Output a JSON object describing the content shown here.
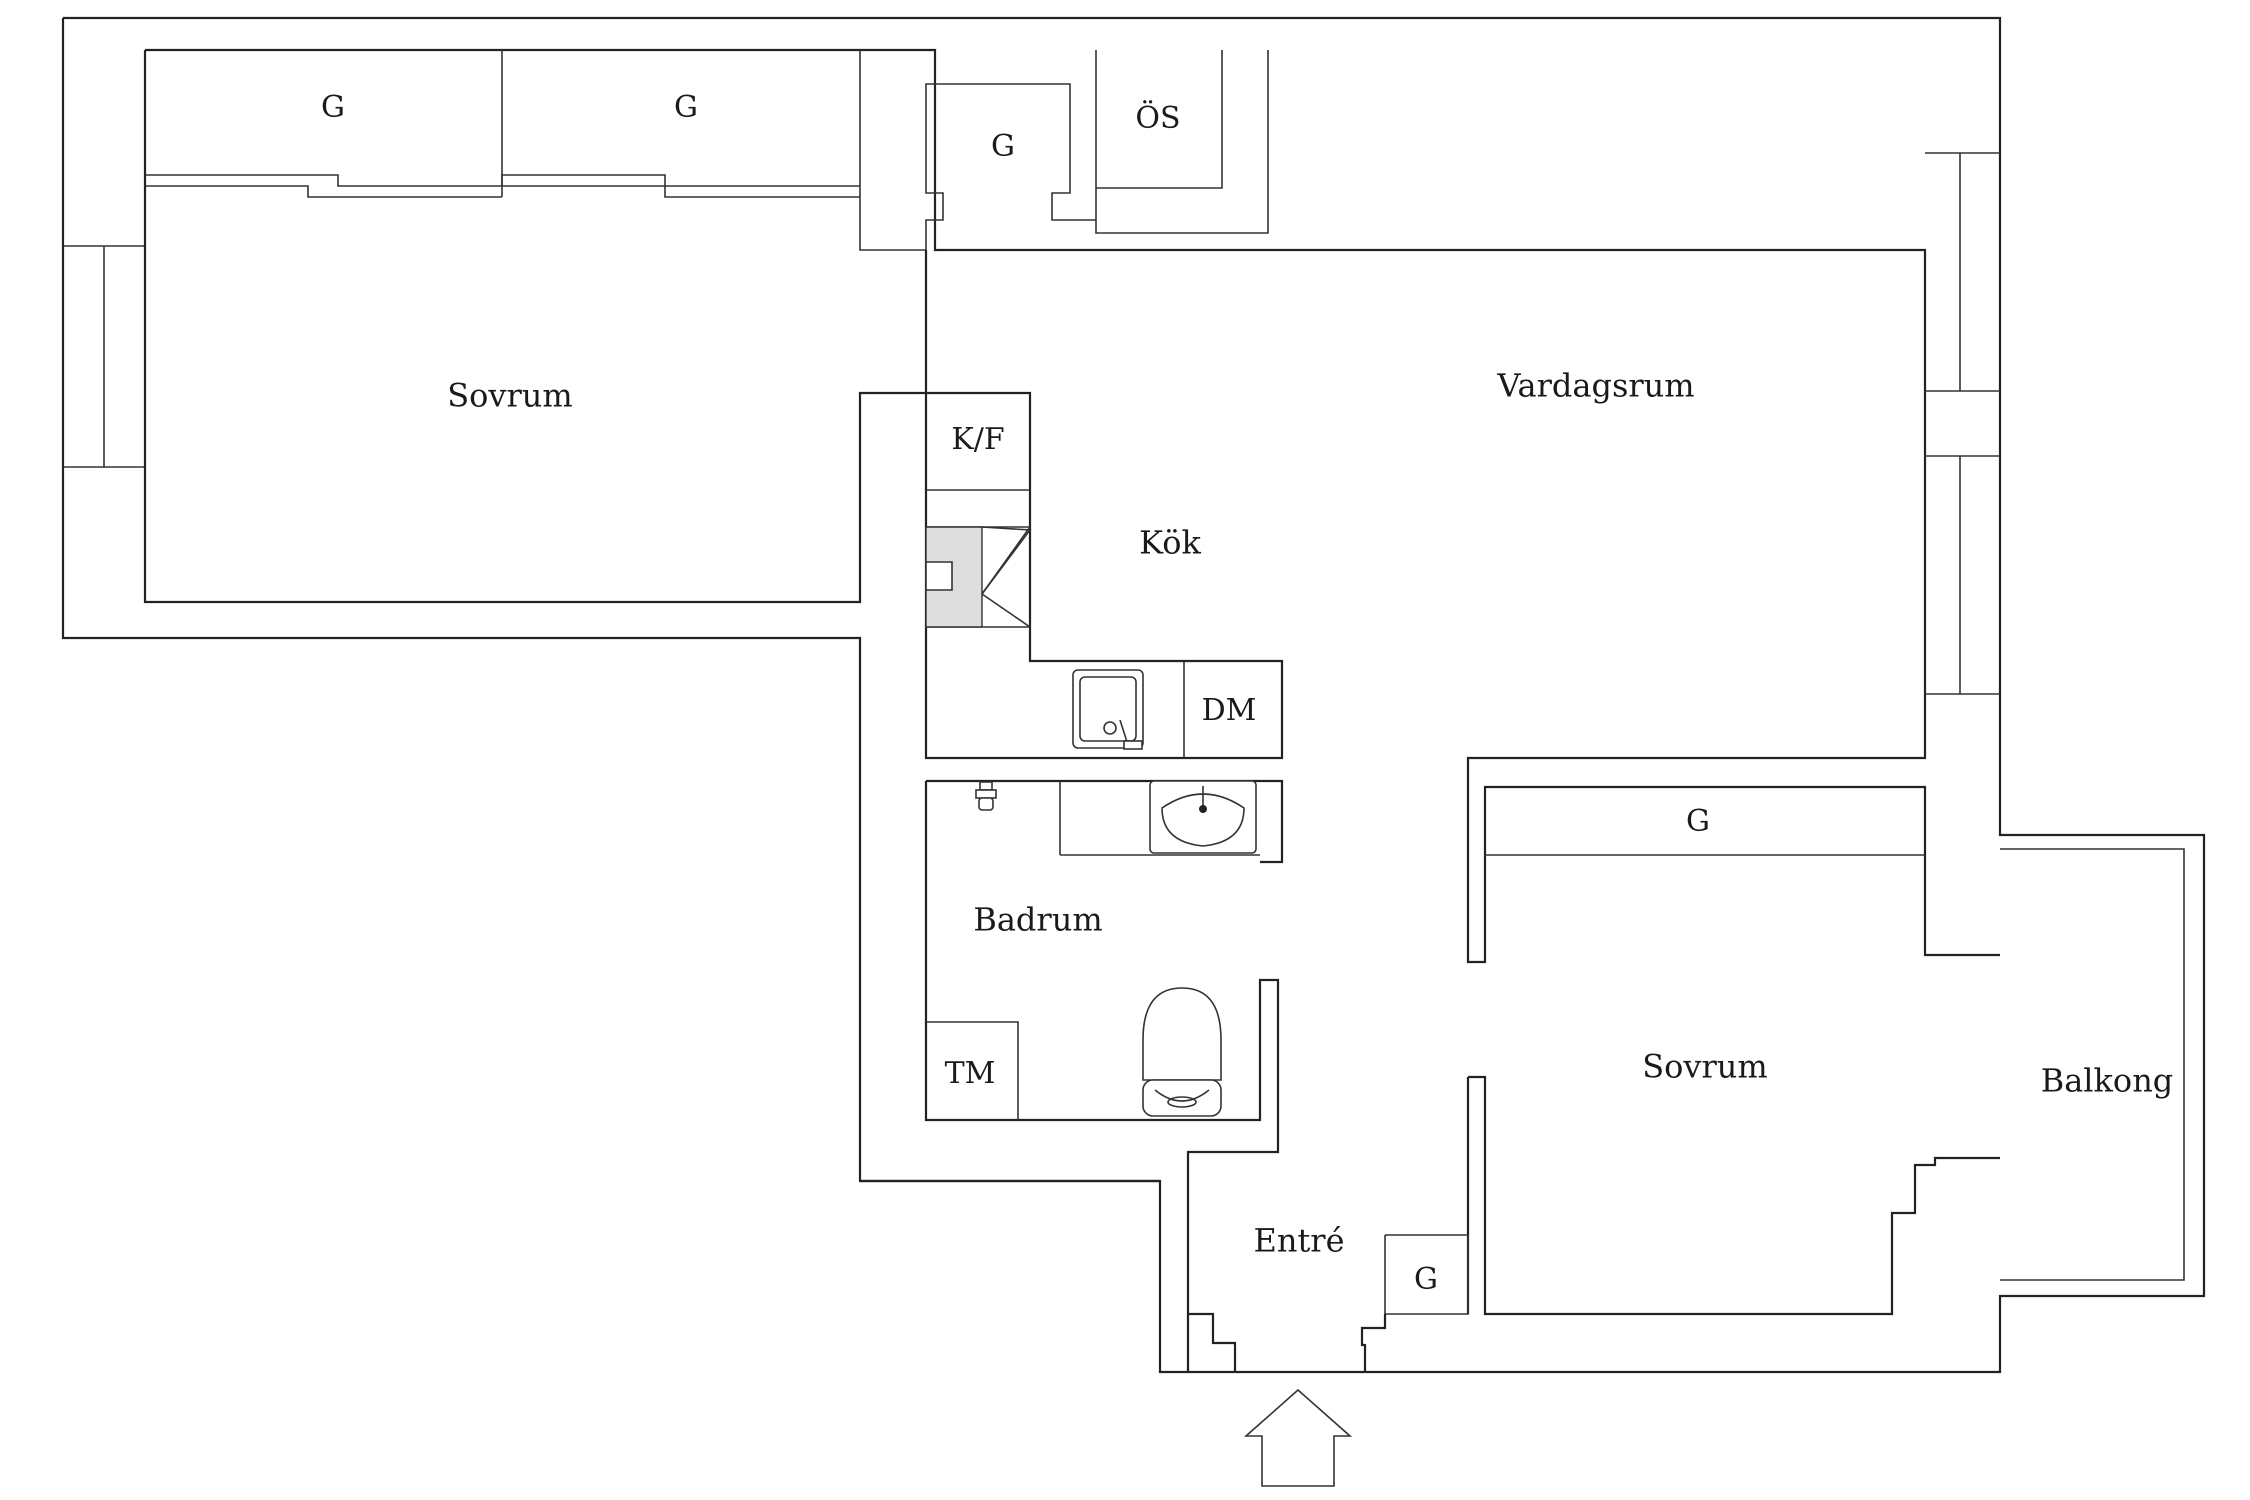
{
  "rooms": {
    "sovrum_left": "Sovrum",
    "vardagsrum": "Vardagsrum",
    "kok": "Kök",
    "badrum": "Badrum",
    "sovrum_right": "Sovrum",
    "balkong": "Balkong",
    "entre": "Entré"
  },
  "fixtures": {
    "wardrobe_1": "G",
    "wardrobe_2": "G",
    "wardrobe_3": "G",
    "overskap": "ÖS",
    "kyl_frys": "K/F",
    "diskmaskin": "DM",
    "tvattmaskin": "TM",
    "wardrobe_sovrum_right": "G",
    "wardrobe_entre": "G"
  },
  "colors": {
    "line": "#222222",
    "background": "#ffffff",
    "hob": "#dedede"
  },
  "icons": {
    "entrance": "entrance-arrow-icon",
    "sink": "kitchen-sink-icon",
    "basin": "wash-basin-icon",
    "toilet": "toilet-icon",
    "hob": "hob-icon",
    "tap": "shower-tap-icon"
  }
}
